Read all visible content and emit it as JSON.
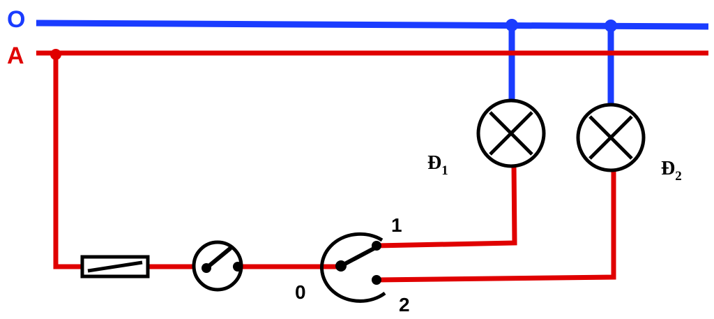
{
  "labels": {
    "neutral_line": "O",
    "phase_line": "A",
    "lamp1": "Đ",
    "lamp1_sub": "1",
    "lamp2": "Đ",
    "lamp2_sub": "2",
    "switch_common": "0",
    "switch_pos1": "1",
    "switch_pos2": "2"
  },
  "colors": {
    "neutral": "#1a3cff",
    "phase": "#e00000",
    "component": "#000000",
    "background": "#ffffff"
  }
}
